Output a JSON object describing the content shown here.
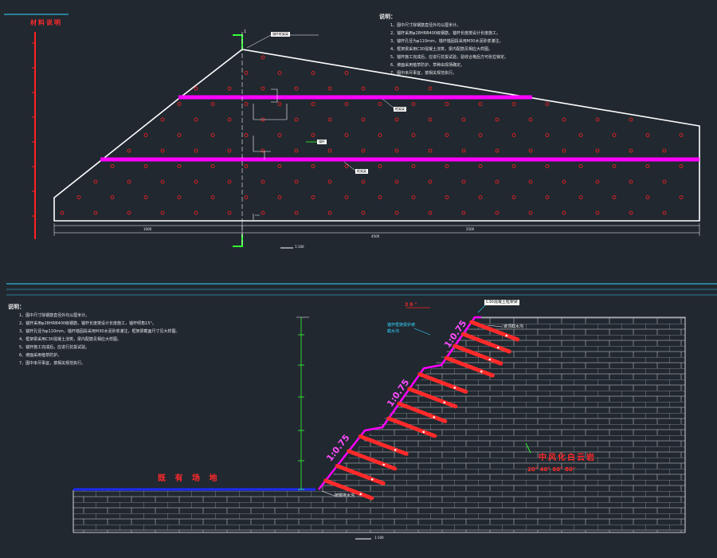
{
  "drawing": {
    "elevation_view": {
      "scale_bar_label": "材料说明",
      "scale_note": "1:100",
      "notes_title": "说明：",
      "notes": [
        "1、图中尺寸除钢筋直径外均以厘米计。",
        "2、锚杆采用φ28HRB400级钢筋，锚杆长度按设计长度施工。",
        "3、锚杆孔径为φ110mm，锚杆锚固段采用M30水泥砂浆灌注。",
        "4、框架梁采用C30混凝土浇筑，梁内配筋见相应大样图。",
        "5、锚杆施工完成后，应进行抗拔试验，验收合格后方可张拉锁定。",
        "6、坡面采用植草防护，草种由现场确定。",
        "7、图中未尽事宜，按相关规范执行。"
      ],
      "tag_top": "锚杆框架梁",
      "tag_mid": "框架梁",
      "tag_low": "框架梁",
      "tag_center": "锚杆",
      "dim_total": "4500",
      "dim_left": "1000",
      "dim_right": "2500",
      "marker_top": "1"
    },
    "section_view": {
      "notes_title": "说明：",
      "notes": [
        "1、图中尺寸除钢筋直径外均以厘米计。",
        "2、锚杆采用φ28HRB400级钢筋，锚杆长度按设计长度施工，锚杆倾角15°。",
        "3、锚杆孔径为φ110mm，锚杆锚固段采用M30水泥砂浆灌注，框架梁截面尺寸见大样图。",
        "4、框架梁采用C30混凝土浇筑，梁内配筋见相应大样图。",
        "5、锚杆施工完成后，应进行抗拔试验。",
        "6、坡面采用植草防护。",
        "7、图中未尽事宜，按相关规范执行。"
      ],
      "ground_label": "既 有 场 地",
      "rock_label": "中风化白云岩",
      "rock_sub": "20° 40° 60° 80°",
      "slopes": [
        "1:0.75",
        "1:0.75",
        "1:0.75"
      ],
      "top_tag": "30°",
      "top_right_label": "C30混凝土框架梁",
      "cyan_label1": "锚杆框架梁护坡",
      "cyan_label2": "截水沟",
      "right_label": "坡顶截水沟",
      "bottom_label": "坡脚排水沟",
      "scale_note": "1:100"
    },
    "colors": {
      "background": "#212830",
      "outline": "#ffffff",
      "beam": "#ff00ff",
      "anchor_dot": "#ff2020",
      "anchor_bar": "#ff2a2a",
      "leader": "#33ff33",
      "cyan": "#33d6ff",
      "ground": "#1a2cff"
    }
  }
}
